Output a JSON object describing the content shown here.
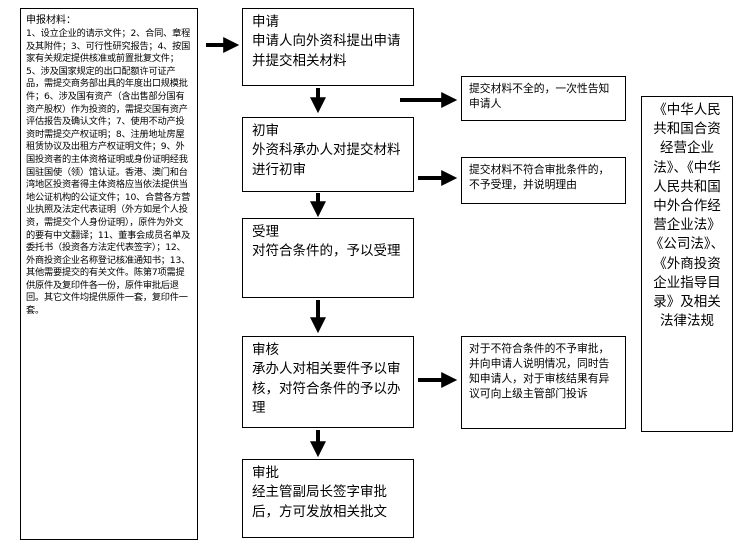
{
  "left_panel": {
    "title": "申报材料：",
    "text": "1、设立企业的请示文件；2、合同、章程及其附件；3、可行性研究报告；4、按国家有关规定提供核准或前置批复文件；5、涉及国家规定的出口配额许可证产品，需提交商务部出具的年度出口规模批件；6、涉及国有资产（含出售部分国有资产股权）作为投资的，需提交国有资产评估报告及确认文件；7、使用不动产投资时需提交产权证明；8、注册地址房屋租赁协议及出租方产权证明文件；9、外国投资者的主体资格证明或身份证明经我国驻国使（领）馆认证。香港、澳门和台湾地区投资者得主体资格应当依法提供当地公证机构的公证文件；10、合营各方营业执照及法定代表证明（外方如是个人投资，需提交个人身份证明），原件为外文的要有中文翻译；11、董事会成员名单及委托书（投资各方法定代表签字）；12、外商投资企业名称登记核准通知书；13、其他需要提交的有关文件。陈第7项需提供原件及复印件各一份，原件审批后退回。其它文件均提供原件一套，复印件一套。"
  },
  "steps": [
    {
      "title": "申请",
      "body": "申请人向外资科提出申请并提交相关材料"
    },
    {
      "title": "初审",
      "body": "外资科承办人对提交材料进行初审"
    },
    {
      "title": "受理",
      "body": "对符合条件的，予以受理"
    },
    {
      "title": "审核",
      "body": "承办人对相关要件予以审核，对符合条件的予以办理"
    },
    {
      "title": "审批",
      "body": "经主管副局长签字审批后，方可发放相关批文"
    }
  ],
  "notes": [
    {
      "text": "提交材料不全的，一次性告知申请人"
    },
    {
      "text": "提交材料不符合审批条件的，不予受理，并说明理由"
    },
    {
      "text": "对于不符合条件的不予审批，并向申请人说明情况，同时告知申请人，对于审核结果有异议可向上级主管部门投诉"
    }
  ],
  "law_panel": {
    "text": "《中华人民共和国合资经营企业法》、《中华人民共和国中外合作经营企业法》《公司法》、《外商投资企业指导目录》及相关法律法规"
  }
}
